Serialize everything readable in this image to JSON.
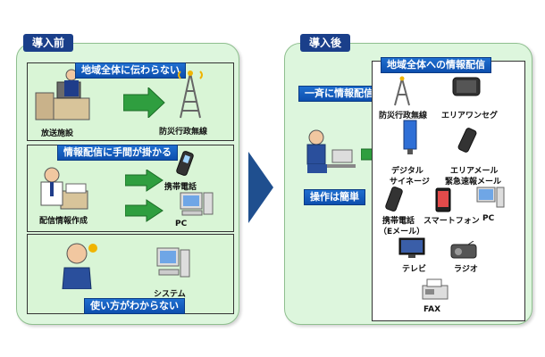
{
  "before": {
    "title": "導入前",
    "box1": {
      "callout": "地域全体に伝わらない",
      "label_left": "放送施設",
      "label_right": "防災行政無線"
    },
    "box2": {
      "callout": "情報配信に手間が掛かる",
      "label_person": "配信情報作成",
      "label_mobile": "携帯電話",
      "label_pc": "PC"
    },
    "box3": {
      "label_system": "システム",
      "callout": "使い方がわからない"
    }
  },
  "after": {
    "title": "導入後",
    "callout_top": "一斉に情報配信",
    "callout_bottom": "操作は簡単",
    "region_title": "地域全体への情報配信",
    "devices": {
      "bousai": "防災行政無線",
      "oneseg": "エリアワンセグ",
      "signage_1": "デジタル",
      "signage_2": "サイネージ",
      "areamail_1": "エリアメール",
      "areamail_2": "緊急速報メール",
      "mobile_1": "携帯電話",
      "mobile_2": "（Eメール）",
      "smartphone": "スマートフォン",
      "pc": "PC",
      "tv": "テレビ",
      "radio": "ラジオ",
      "fax": "FAX"
    }
  }
}
